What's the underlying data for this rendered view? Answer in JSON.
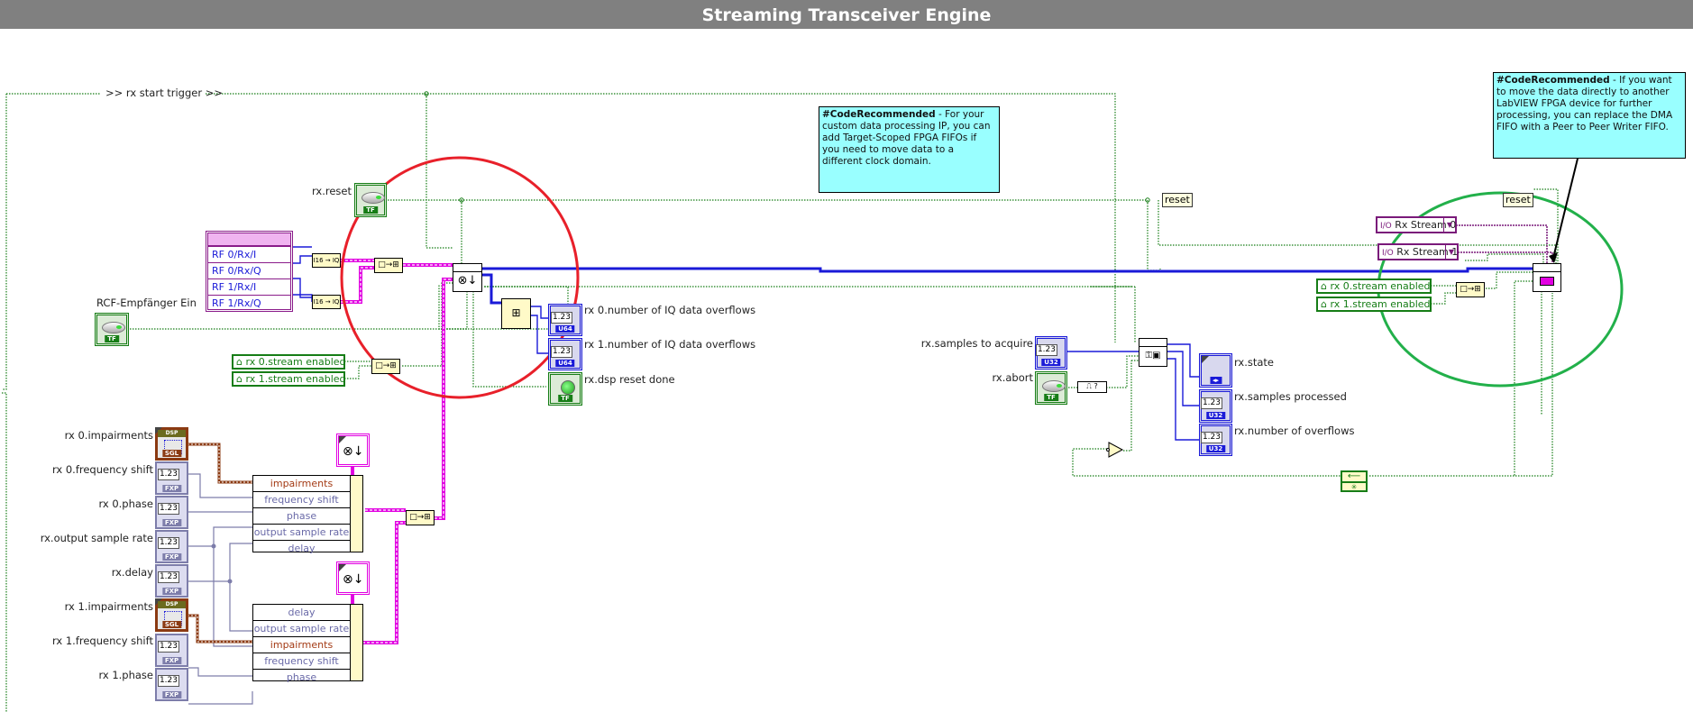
{
  "window": {
    "title": "Streaming Transceiver Engine"
  },
  "colors": {
    "titlebar": "#808080",
    "boolean_wire": "#167d16",
    "integer_wire": "#1a1ad8",
    "cluster_wire": "#e100e1",
    "fxp_wire": "#7d7daa",
    "impairments_wire": "#8b3a12",
    "highlight_red": "#e8202a",
    "highlight_green": "#22b04a",
    "note_bg": "#99ffff"
  },
  "trigger": {
    "label": ">> rx start trigger >>"
  },
  "controls": {
    "rx_reset": {
      "label": "rx.reset",
      "type": "TF"
    },
    "rcf_receiver": {
      "label": "RCF-Empfänger Ein",
      "type": "TF"
    },
    "rx_samples_to_acquire": {
      "label": "rx.samples to acquire",
      "value": "1.23",
      "type": "U32"
    },
    "rx_abort": {
      "label": "rx.abort",
      "type": "TF"
    }
  },
  "io_cluster": {
    "rows": [
      "RF 0/Rx/I",
      "RF 0/Rx/Q",
      "RF 1/Rx/I",
      "RF 1/Rx/Q"
    ]
  },
  "converters": {
    "i16_to_iq": "I16 → IQ"
  },
  "stream_enabled_left": [
    "rx 0.stream enabled",
    "rx 1.stream enabled"
  ],
  "stream_enabled_right": [
    "rx 0.stream enabled",
    "rx 1.stream enabled"
  ],
  "indicators_left": [
    {
      "label": "rx 0.number of IQ data overflows",
      "value": "1.23",
      "type": "U64"
    },
    {
      "label": "rx 1.number of IQ data overflows",
      "value": "1.23",
      "type": "U64"
    },
    {
      "label": "rx.dsp reset done",
      "type": "TF"
    }
  ],
  "indicators_right": [
    {
      "label": "rx.state",
      "type": "enum"
    },
    {
      "label": "rx.samples processed",
      "value": "1.23",
      "type": "U32"
    },
    {
      "label": "rx.number of overflows",
      "value": "1.23",
      "type": "U32"
    }
  ],
  "dsp_controls": [
    {
      "label": "rx 0.impairments",
      "type": "DSP",
      "tag": "SGL"
    },
    {
      "label": "rx 0.frequency shift",
      "value": "1.23",
      "type": "FXP"
    },
    {
      "label": "rx 0.phase",
      "value": "1.23",
      "type": "FXP"
    },
    {
      "label": "rx.output sample rate",
      "value": "1.23",
      "type": "FXP"
    },
    {
      "label": "rx.delay",
      "value": "1.23",
      "type": "FXP"
    },
    {
      "label": "rx 1.impairments",
      "type": "DSP",
      "tag": "SGL"
    },
    {
      "label": "rx 1.frequency shift",
      "value": "1.23",
      "type": "FXP"
    },
    {
      "label": "rx 1.phase",
      "value": "1.23",
      "type": "FXP"
    }
  ],
  "bundle_0": [
    "impairments",
    "frequency shift",
    "phase",
    "output sample rate",
    "delay"
  ],
  "bundle_1": [
    "delay",
    "output sample rate",
    "impairments",
    "frequency shift",
    "phase"
  ],
  "notes": [
    {
      "bold": "#CodeRecommended",
      "text": " - For your custom data processing IP, you can add Target-Scoped FPGA FIFOs if you need to move data to a different clock domain."
    },
    {
      "bold": "#CodeRecommended",
      "text": " - If you want to move the data directly to another LabVIEW FPGA device for further processing, you can replace the DMA FIFO with a Peer to Peer Writer FIFO."
    }
  ],
  "tunnel_labels": [
    "reset",
    "reset"
  ],
  "fifo_refs": [
    "Rx Stream 0",
    "Rx Stream 1"
  ],
  "node_glyphs": {
    "downsample": "⊗↓",
    "build_array": "□→⊞",
    "edge_detect": "⎍ ?",
    "feedback": "⟵",
    "fifo": "▭▮▮▮→"
  }
}
